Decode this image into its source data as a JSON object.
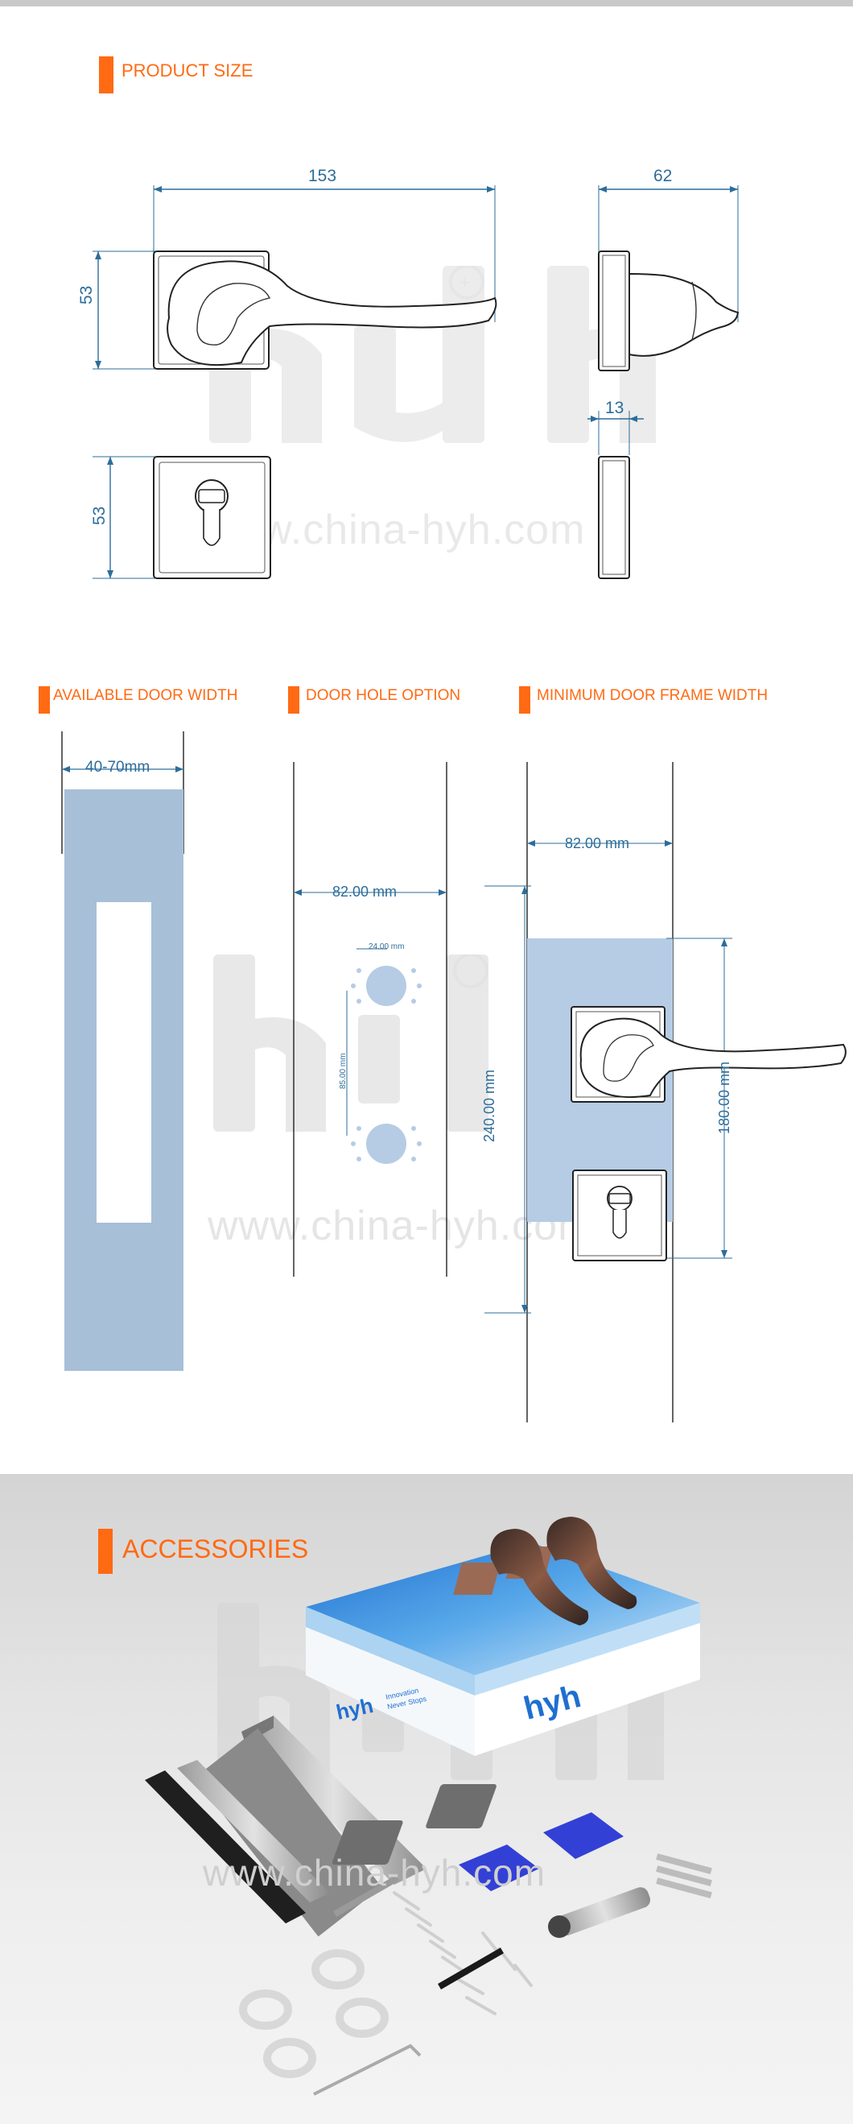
{
  "sections": {
    "product_size": {
      "title": "PRODUCT SIZE"
    },
    "available_door_width": {
      "title": "AVAILABLE DOOR WIDTH"
    },
    "door_hole_option": {
      "title": "DOOR HOLE OPTION"
    },
    "min_frame_width": {
      "title": "MINIMUM DOOR FRAME WIDTH"
    },
    "accessories": {
      "title": "ACCESSORIES"
    }
  },
  "product_size": {
    "length": "153",
    "rose_height": "53",
    "projection": "62",
    "escutcheon_height": "53",
    "rose_thickness": "13"
  },
  "door_width": {
    "range": "40-70mm"
  },
  "door_hole": {
    "backset": "82.00 mm",
    "hole_diameter": "24.00 mm",
    "center_distance": "85.00 mm"
  },
  "frame": {
    "backset": "82.00 mm",
    "height": "240.00 mm",
    "center": "180.00 mm"
  },
  "watermark": {
    "url": "www.china-hyh.com",
    "url_bottom": "www.china-hyh.com"
  },
  "packaging": {
    "brand": "hyh",
    "tagline_1": "Innovation",
    "tagline_2": "Never Stops"
  },
  "colors": {
    "accent_orange": "#ff6a13",
    "dimension_blue": "#2d6d9a",
    "door_blue": "#a7bfd7",
    "hole_blue": "#b5cce4"
  }
}
